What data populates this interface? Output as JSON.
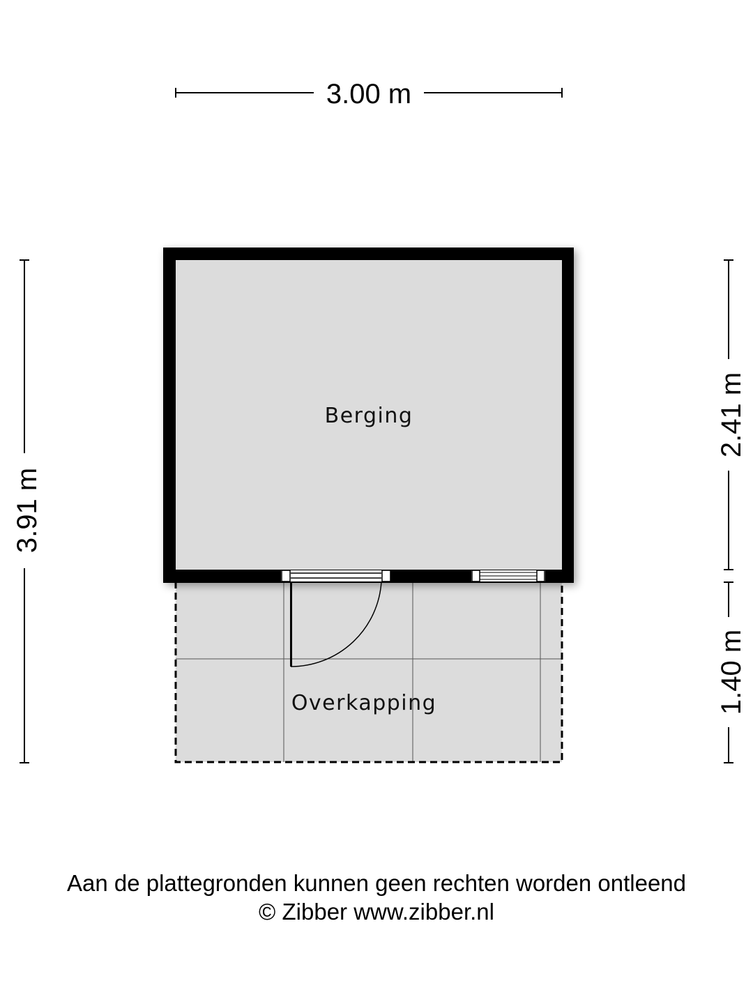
{
  "dimensions": {
    "width_top": "3.00 m",
    "height_total_left": "3.91 m",
    "height_berging_right": "2.41 m",
    "height_overkapping_right": "1.40 m"
  },
  "rooms": {
    "berging": "Berging",
    "overkapping": "Overkapping"
  },
  "footer": {
    "disclaimer": "Aan de plattegronden kunnen geen rechten worden ontleend",
    "copyright": "© Zibber www.zibber.nl"
  },
  "colors": {
    "wall": "#000000",
    "floor": "#dcdcdc",
    "background": "#ffffff"
  }
}
